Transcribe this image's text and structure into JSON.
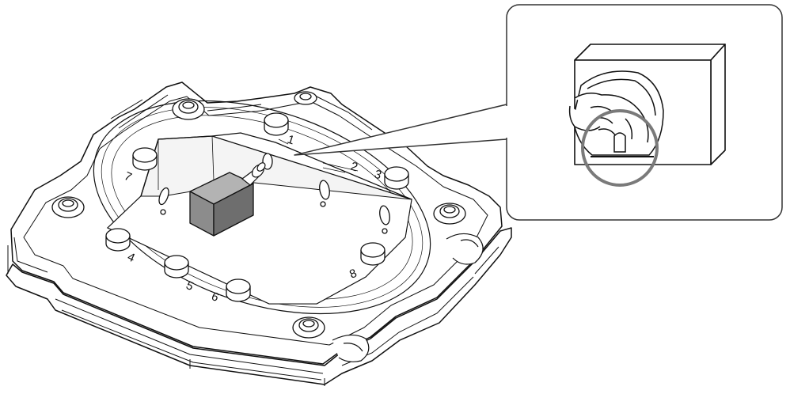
{
  "slot_labels": {
    "slot_1": "1",
    "slot_2": "2",
    "slot_3": "3",
    "slot_4": "4",
    "slot_5": "5",
    "slot_6": "6",
    "slot_7": "7",
    "slot_8": "8"
  },
  "colors": {
    "line": "#111111",
    "plate": "#ffffff",
    "inner_fill": "#f4f4f4",
    "block_front": "#8c8c8c",
    "block_top": "#b3b3b3",
    "block_side": "#6e6e6e",
    "highlight_circle": "#7a7a7a",
    "callout_border": "#333333"
  }
}
